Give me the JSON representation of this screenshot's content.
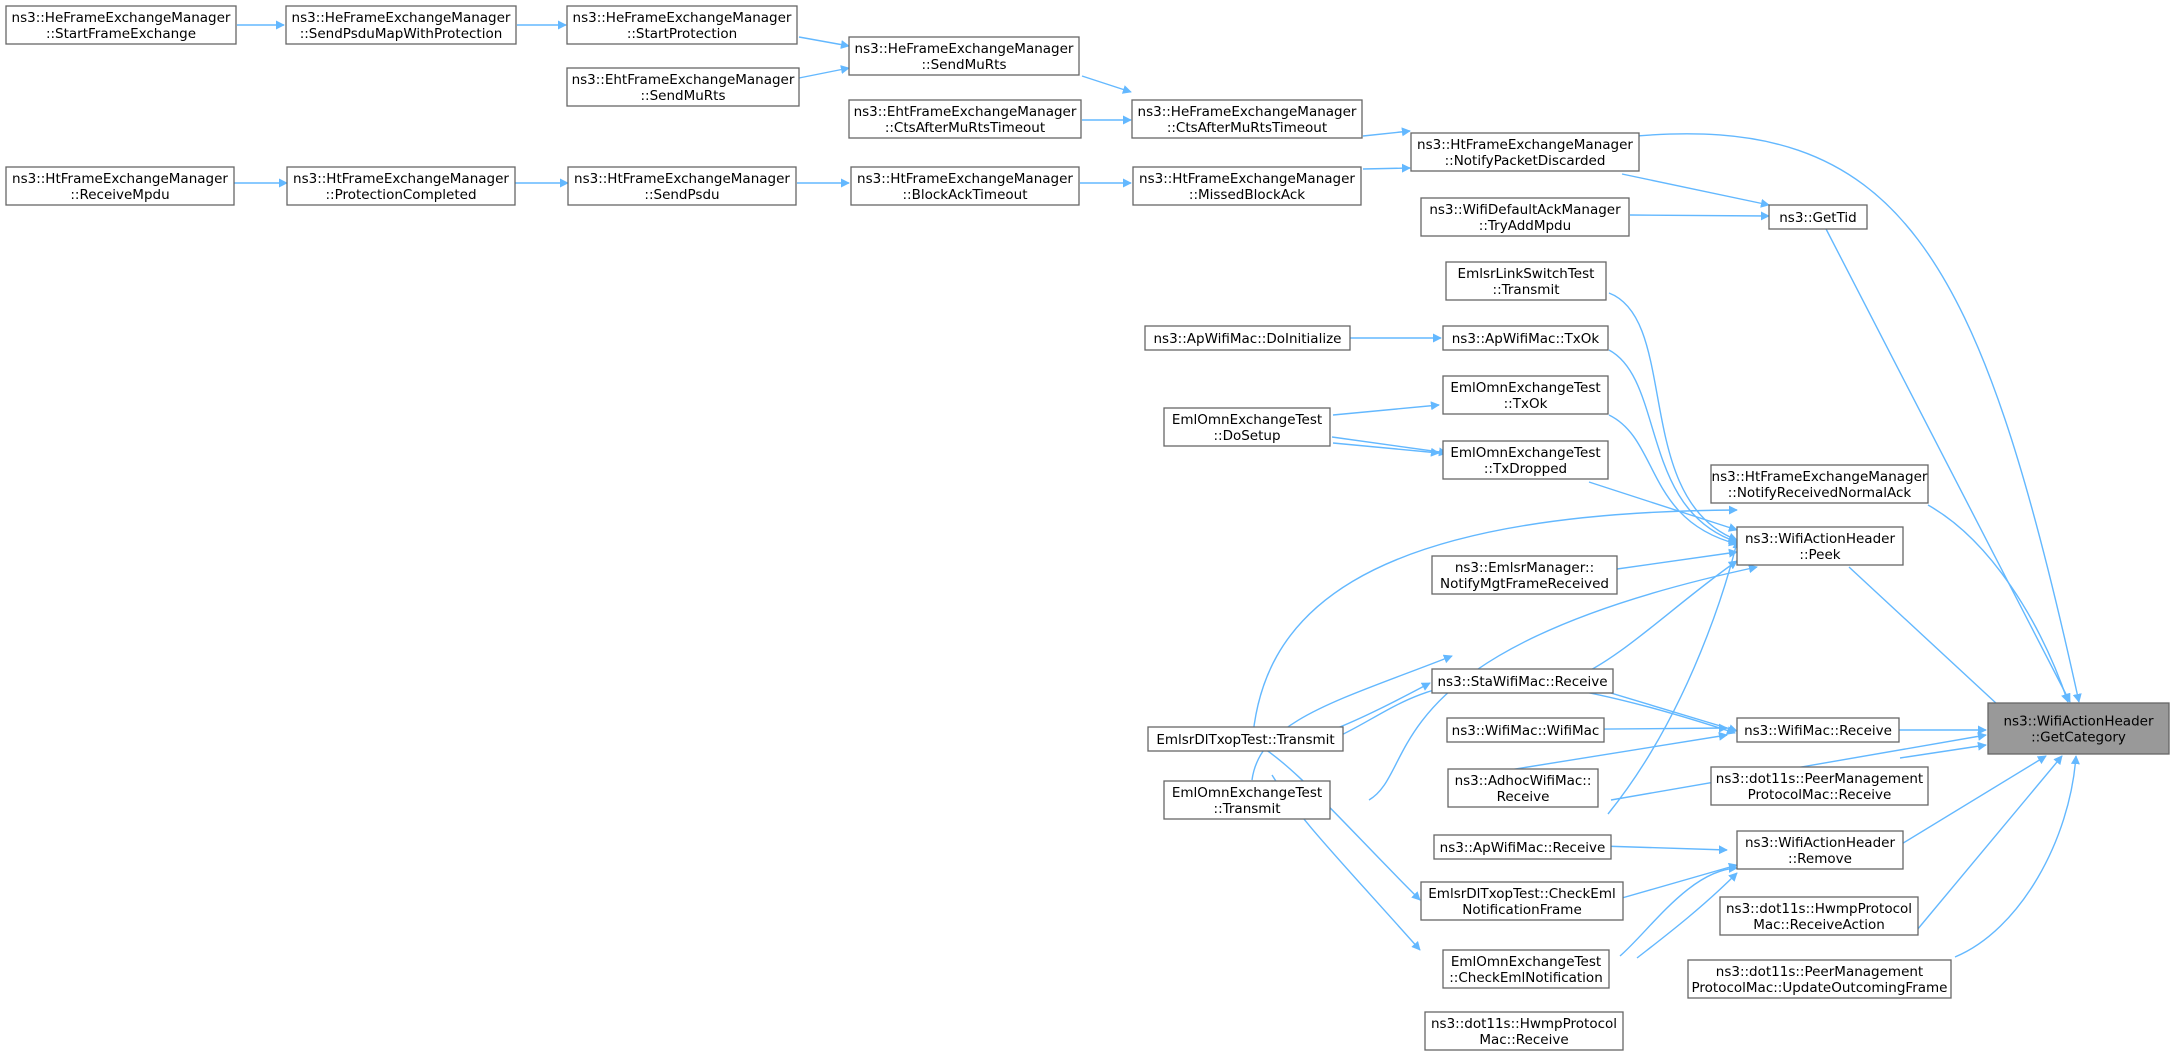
{
  "graph": {
    "title": "",
    "link_color": "#63b8ff",
    "node_border": "#666666",
    "focus_fill": "#999999",
    "nodes": [
      {
        "id": "getcat",
        "lines": [
          "ns3::WifiActionHeader",
          "::GetCategory"
        ],
        "focus": true
      },
      {
        "id": "he_start",
        "lines": [
          "ns3::HeFrameExchangeManager",
          "::StartFrameExchange"
        ]
      },
      {
        "id": "he_sendpsdumap",
        "lines": [
          "ns3::HeFrameExchangeManager",
          "::SendPsduMapWithProtection"
        ]
      },
      {
        "id": "he_startprot",
        "lines": [
          "ns3::HeFrameExchangeManager",
          "::StartProtection"
        ]
      },
      {
        "id": "he_sendmurts",
        "lines": [
          "ns3::HeFrameExchangeManager",
          "::SendMuRts"
        ]
      },
      {
        "id": "eht_sendmurts",
        "lines": [
          "ns3::EhtFrameExchangeManager",
          "::SendMuRts"
        ]
      },
      {
        "id": "eht_cts",
        "lines": [
          "ns3::EhtFrameExchangeManager",
          "::CtsAfterMuRtsTimeout"
        ]
      },
      {
        "id": "he_cts",
        "lines": [
          "ns3::HeFrameExchangeManager",
          "::CtsAfterMuRtsTimeout"
        ]
      },
      {
        "id": "ht_notifydisc",
        "lines": [
          "ns3::HtFrameExchangeManager",
          "::NotifyPacketDiscarded"
        ]
      },
      {
        "id": "ht_recvmpdu",
        "lines": [
          "ns3::HtFrameExchangeManager",
          "::ReceiveMpdu"
        ]
      },
      {
        "id": "ht_protcomp",
        "lines": [
          "ns3::HtFrameExchangeManager",
          "::ProtectionCompleted"
        ]
      },
      {
        "id": "ht_sendpsdu",
        "lines": [
          "ns3::HtFrameExchangeManager",
          "::SendPsdu"
        ]
      },
      {
        "id": "ht_blockack",
        "lines": [
          "ns3::HtFrameExchangeManager",
          "::BlockAckTimeout"
        ]
      },
      {
        "id": "ht_missed",
        "lines": [
          "ns3::HtFrameExchangeManager",
          "::MissedBlockAck"
        ]
      },
      {
        "id": "gettid",
        "lines": [
          "ns3::GetTid"
        ]
      },
      {
        "id": "trympdu",
        "lines": [
          "ns3::WifiDefaultAckManager",
          "::TryAddMpdu"
        ]
      },
      {
        "id": "emlsr_tx",
        "lines": [
          "EmlsrLinkSwitchTest",
          "::Transmit"
        ]
      },
      {
        "id": "ap_doinit",
        "lines": [
          "ns3::ApWifiMac::DoInitialize"
        ]
      },
      {
        "id": "ap_txok",
        "lines": [
          "ns3::ApWifiMac::TxOk"
        ]
      },
      {
        "id": "eml_txok",
        "lines": [
          "EmlOmnExchangeTest",
          "::TxOk"
        ]
      },
      {
        "id": "eml_dosetup",
        "lines": [
          "EmlOmnExchangeTest",
          "::DoSetup"
        ]
      },
      {
        "id": "eml_txdrop",
        "lines": [
          "EmlOmnExchangeTest",
          "::TxDropped"
        ]
      },
      {
        "id": "ht_notifynormal",
        "lines": [
          "ns3::HtFrameExchangeManager",
          "::NotifyReceivedNormalAck"
        ]
      },
      {
        "id": "peek",
        "lines": [
          "ns3::WifiActionHeader",
          "::Peek"
        ]
      },
      {
        "id": "emlsrmgr",
        "lines": [
          "ns3::EmlsrManager::",
          "NotifyMgtFrameReceived"
        ]
      },
      {
        "id": "sta_recv",
        "lines": [
          "ns3::StaWifiMac::Receive"
        ]
      },
      {
        "id": "wifimac_recv",
        "lines": [
          "ns3::WifiMac::Receive"
        ]
      },
      {
        "id": "wifimac_ctor",
        "lines": [
          "ns3::WifiMac::WifiMac"
        ]
      },
      {
        "id": "emlsrdl_tx",
        "lines": [
          "EmlsrDlTxopTest::Transmit"
        ]
      },
      {
        "id": "adhoc_recv",
        "lines": [
          "ns3::AdhocWifiMac::",
          "Receive"
        ]
      },
      {
        "id": "eml_transmit",
        "lines": [
          "EmlOmnExchangeTest",
          "::Transmit"
        ]
      },
      {
        "id": "peer_recv",
        "lines": [
          "ns3::dot11s::PeerManagement",
          "ProtocolMac::Receive"
        ]
      },
      {
        "id": "ap_recv",
        "lines": [
          "ns3::ApWifiMac::Receive"
        ]
      },
      {
        "id": "remove",
        "lines": [
          "ns3::WifiActionHeader",
          "::Remove"
        ]
      },
      {
        "id": "emlsrdl_check",
        "lines": [
          "EmlsrDlTxopTest::CheckEml",
          "NotificationFrame"
        ]
      },
      {
        "id": "hwmp_recvact",
        "lines": [
          "ns3::dot11s::HwmpProtocol",
          "Mac::ReceiveAction"
        ]
      },
      {
        "id": "eml_check",
        "lines": [
          "EmlOmnExchangeTest",
          "::CheckEmlNotification"
        ]
      },
      {
        "id": "peer_update",
        "lines": [
          "ns3::dot11s::PeerManagement",
          "ProtocolMac::UpdateOutcomingFrame"
        ]
      },
      {
        "id": "hwmp_recv",
        "lines": [
          "ns3::dot11s::HwmpProtocol",
          "Mac::Receive"
        ]
      }
    ]
  }
}
